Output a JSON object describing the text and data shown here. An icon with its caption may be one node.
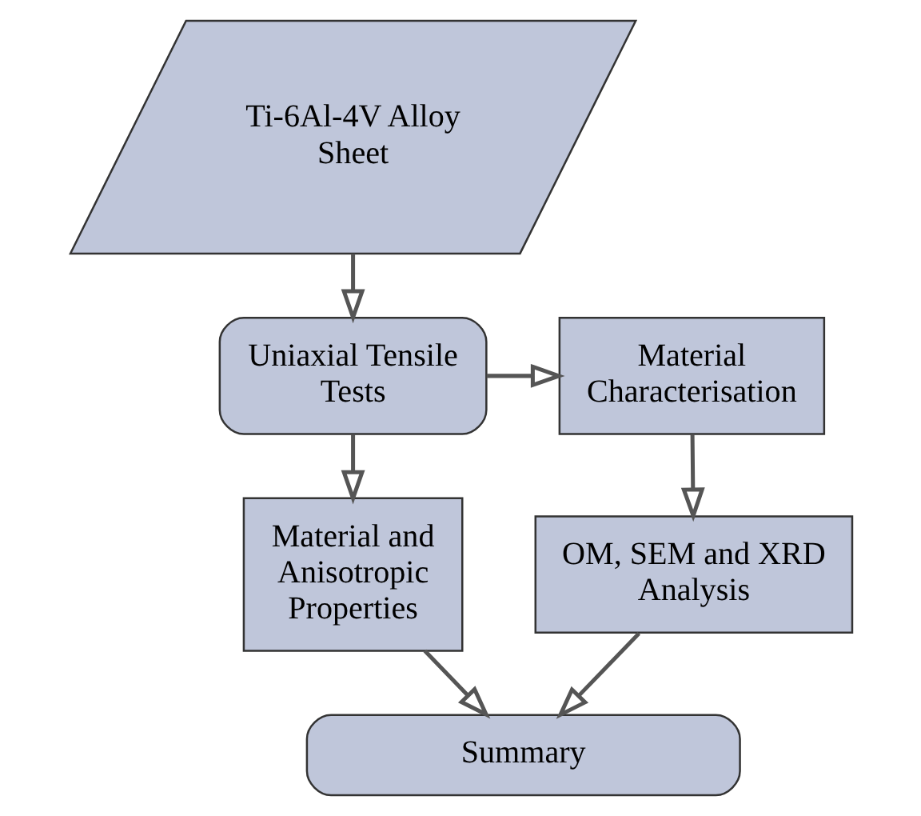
{
  "diagram": {
    "nodes": [
      {
        "text": [
          "Ti-6Al-4V Alloy Sheet"
        ]
      },
      {
        "text": [
          "Uniaxial Tensile Tests"
        ]
      },
      {
        "text": [
          "Material Characterisation"
        ]
      },
      {
        "text": [
          "Material and Anisotropic Properties"
        ]
      },
      {
        "text": [
          "OM, SEM and XRD Analysis"
        ]
      },
      {
        "text": [
          "Summary"
        ]
      }
    ],
    "edges": [
      {
        "from": 0,
        "to": 1,
        "arrow": "to"
      },
      {
        "from": 1,
        "to": 2,
        "arrow": "to"
      },
      {
        "from": 1,
        "to": 3,
        "arrow": "to"
      },
      {
        "from": 2,
        "to": 4,
        "arrow": "to"
      },
      {
        "from": 3,
        "to": 5,
        "arrow": "to"
      },
      {
        "from": 4,
        "to": 5,
        "arrow": "to"
      }
    ]
  }
}
